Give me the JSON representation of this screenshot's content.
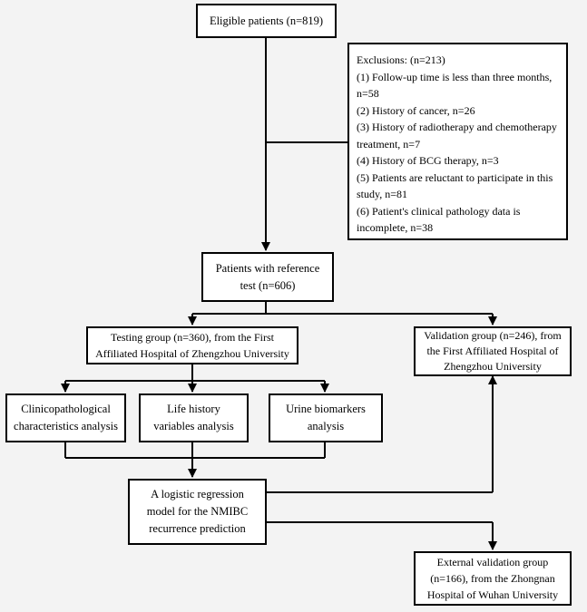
{
  "boxes": {
    "eligible": "Eligible patients (n=819)",
    "exclusions": "Exclusions: (n=213)\n(1) Follow-up time is less than three months, n=58\n(2) History of cancer, n=26\n(3) History of radiotherapy and chemotherapy treatment, n=7\n(4) History of BCG therapy, n=3\n(5) Patients are reluctant to participate in this study, n=81\n(6) Patient's clinical pathology data is incomplete, n=38",
    "reference": "Patients with reference test (n=606)",
    "testing": "Testing group (n=360), from the First Affiliated Hospital of Zhengzhou University",
    "validation": "Validation group (n=246), from the First Affiliated Hospital of Zhengzhou University",
    "clinico": "Clinicopathological characteristics analysis",
    "life": "Life history variables analysis",
    "urine": "Urine biomarkers analysis",
    "logistic": "A logistic regression model for the NMIBC recurrence prediction",
    "external": "External validation group (n=166), from the Zhongnan Hospital of Wuhan University"
  }
}
